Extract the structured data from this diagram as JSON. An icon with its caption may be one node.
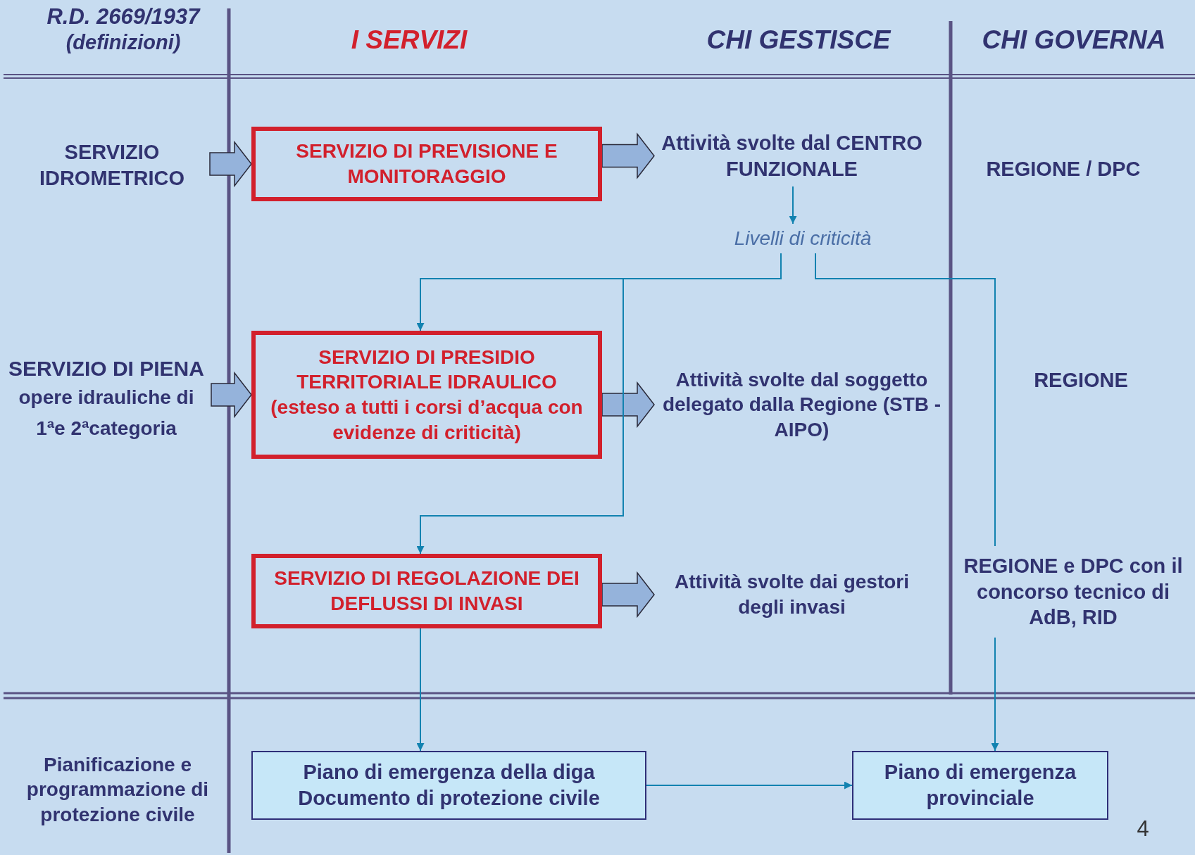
{
  "diagram": {
    "nodes": [
      {
        "text": [
          "SERVIZIO IDROMETRICO"
        ]
      },
      {
        "text": [
          "SERVIZIO DI PREVISIONE E MONITORAGGIO"
        ]
      },
      {
        "text": [
          "Attività svolte dal CENTRO FUNZIONALE"
        ]
      },
      {
        "text": [
          "Livelli di criticità"
        ]
      },
      {
        "text": [
          "SERVIZIO DI PIENA",
          "opere idrauliche di 1ªe 2ªcategoria"
        ]
      },
      {
        "text": [
          "SERVIZIO DI PRESIDIO TERRITORIALE IDRAULICO",
          "(esteso a tutti i corsi d’acqua con evidenze di criticità)"
        ]
      },
      {
        "text": [
          "Attività svolte dal soggetto delegato dalla Regione (STB - AIPO)"
        ]
      },
      {
        "text": [
          "SERVIZIO DI REGOLAZIONE DEI DEFLUSSI DI INVASI"
        ]
      },
      {
        "text": [
          "Attività svolte dai gestori degli invasi"
        ]
      },
      {
        "text": [
          "REGIONE / DPC"
        ]
      },
      {
        "text": [
          "REGIONE"
        ]
      },
      {
        "text": [
          "REGIONE e DPC con il concorso tecnico di AdB, RID"
        ]
      },
      {
        "text": [
          "Pianificazione e programmazione di protezione civile"
        ]
      },
      {
        "text": [
          "Piano di emergenza della diga",
          "Documento di protezione civile"
        ]
      },
      {
        "text": [
          "Piano di emergenza provinciale"
        ]
      }
    ],
    "edges": [
      {
        "from": 0,
        "to": 1,
        "arrow": "to",
        "style": "thick"
      },
      {
        "from": 1,
        "to": 2,
        "arrow": "to",
        "style": "thick"
      },
      {
        "from": 2,
        "to": 3,
        "arrow": "to"
      },
      {
        "from": 4,
        "to": 5,
        "arrow": "to",
        "style": "thick"
      },
      {
        "from": 5,
        "to": 6,
        "arrow": "to",
        "style": "thick"
      },
      {
        "from": 3,
        "to": 5,
        "arrow": "to"
      },
      {
        "from": 3,
        "to": 7,
        "arrow": "to"
      },
      {
        "from": 3,
        "to": 11,
        "arrow": "none"
      },
      {
        "from": 7,
        "to": 8,
        "arrow": "to",
        "style": "thick"
      },
      {
        "from": 7,
        "to": 13,
        "arrow": "to"
      },
      {
        "from": 11,
        "to": 14,
        "arrow": "to"
      },
      {
        "from": 13,
        "to": 14,
        "arrow": "to"
      }
    ],
    "labels": [
      "R.D. 2669/1937",
      "(definizioni)",
      "I SERVIZI",
      "CHI GESTISCE",
      "CHI GOVERNA",
      "4"
    ]
  }
}
